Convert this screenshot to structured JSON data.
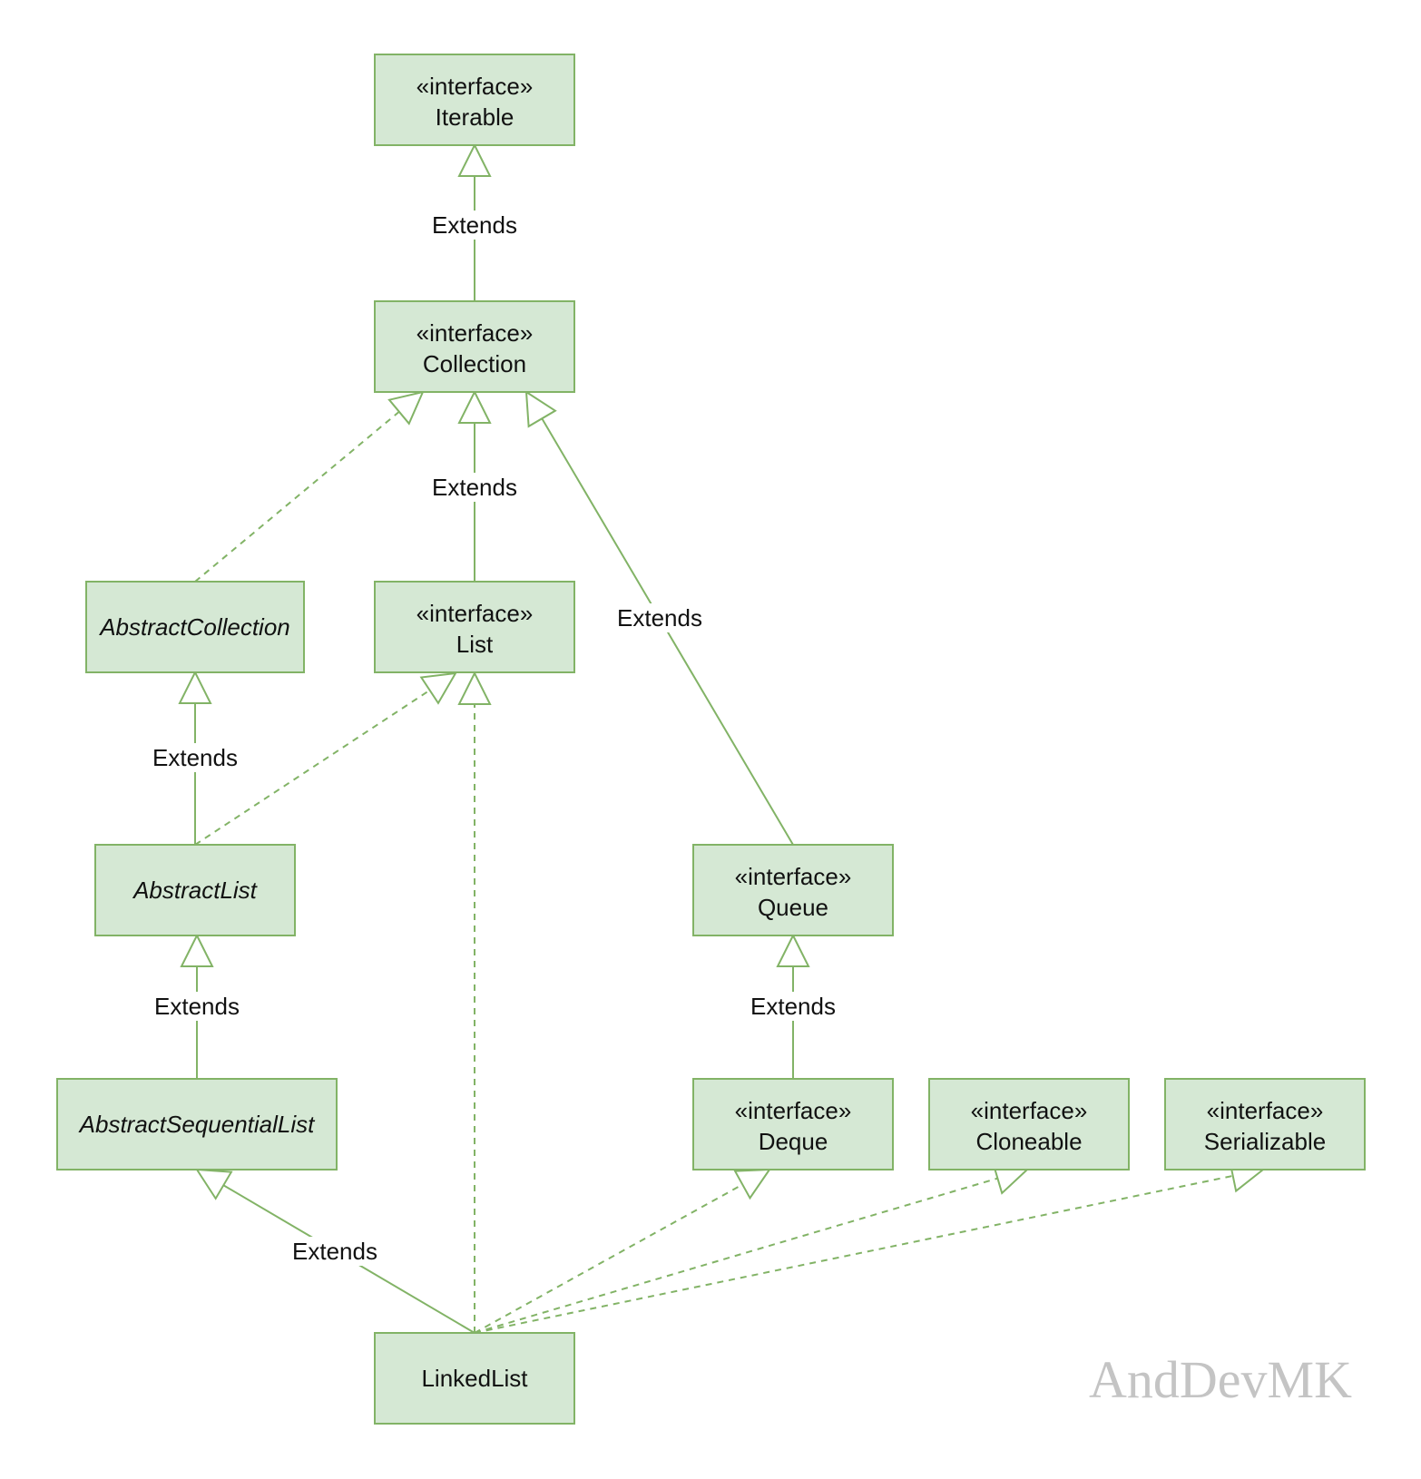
{
  "colors": {
    "node_fill": "#d5e8d4",
    "node_stroke": "#82b366",
    "text": "#111111",
    "watermark": "#c4c4c4"
  },
  "nodes": [
    {
      "id": "iterable",
      "stereotype": "«interface»",
      "name": "Iterable",
      "abstract": false
    },
    {
      "id": "collection",
      "stereotype": "«interface»",
      "name": "Collection",
      "abstract": false
    },
    {
      "id": "abstract-collection",
      "stereotype": "",
      "name": "AbstractCollection",
      "abstract": true
    },
    {
      "id": "list",
      "stereotype": "«interface»",
      "name": "List",
      "abstract": false
    },
    {
      "id": "abstract-list",
      "stereotype": "",
      "name": "AbstractList",
      "abstract": true
    },
    {
      "id": "queue",
      "stereotype": "«interface»",
      "name": "Queue",
      "abstract": false
    },
    {
      "id": "abstract-sequential-list",
      "stereotype": "",
      "name": "AbstractSequentialList",
      "abstract": true
    },
    {
      "id": "deque",
      "stereotype": "«interface»",
      "name": "Deque",
      "abstract": false
    },
    {
      "id": "cloneable",
      "stereotype": "«interface»",
      "name": "Cloneable",
      "abstract": false
    },
    {
      "id": "serializable",
      "stereotype": "«interface»",
      "name": "Serializable",
      "abstract": false
    },
    {
      "id": "linked-list",
      "stereotype": "",
      "name": "LinkedList",
      "abstract": false
    }
  ],
  "edges": [
    {
      "from": "collection",
      "to": "iterable",
      "kind": "extends",
      "label": "Extends"
    },
    {
      "from": "abstract-collection",
      "to": "collection",
      "kind": "implements",
      "label": ""
    },
    {
      "from": "list",
      "to": "collection",
      "kind": "extends",
      "label": "Extends"
    },
    {
      "from": "queue",
      "to": "collection",
      "kind": "extends",
      "label": "Extends"
    },
    {
      "from": "abstract-list",
      "to": "abstract-collection",
      "kind": "extends",
      "label": "Extends"
    },
    {
      "from": "abstract-list",
      "to": "list",
      "kind": "implements",
      "label": ""
    },
    {
      "from": "abstract-sequential-list",
      "to": "abstract-list",
      "kind": "extends",
      "label": "Extends"
    },
    {
      "from": "deque",
      "to": "queue",
      "kind": "extends",
      "label": "Extends"
    },
    {
      "from": "linked-list",
      "to": "abstract-sequential-list",
      "kind": "extends",
      "label": "Extends"
    },
    {
      "from": "linked-list",
      "to": "list",
      "kind": "implements",
      "label": ""
    },
    {
      "from": "linked-list",
      "to": "deque",
      "kind": "implements",
      "label": ""
    },
    {
      "from": "linked-list",
      "to": "cloneable",
      "kind": "implements",
      "label": ""
    },
    {
      "from": "linked-list",
      "to": "serializable",
      "kind": "implements",
      "label": ""
    }
  ],
  "watermark": "AndDevMK"
}
